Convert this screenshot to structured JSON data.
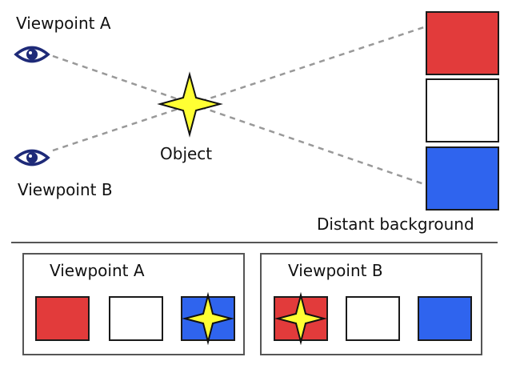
{
  "labels": {
    "viewpoint_a": "Viewpoint A",
    "viewpoint_b": "Viewpoint B",
    "object": "Object",
    "distant_background": "Distant background"
  },
  "panels": [
    {
      "title": "Viewpoint A",
      "object_over": "blue"
    },
    {
      "title": "Viewpoint B",
      "object_over": "red"
    }
  ],
  "colors": {
    "red": "#e23b3b",
    "white": "#ffffff",
    "blue": "#2f64ee",
    "star": "#ffff33",
    "eye": "#1e2a78",
    "sight_line": "#999999"
  },
  "icons": [
    "eye-icon",
    "star-object"
  ]
}
